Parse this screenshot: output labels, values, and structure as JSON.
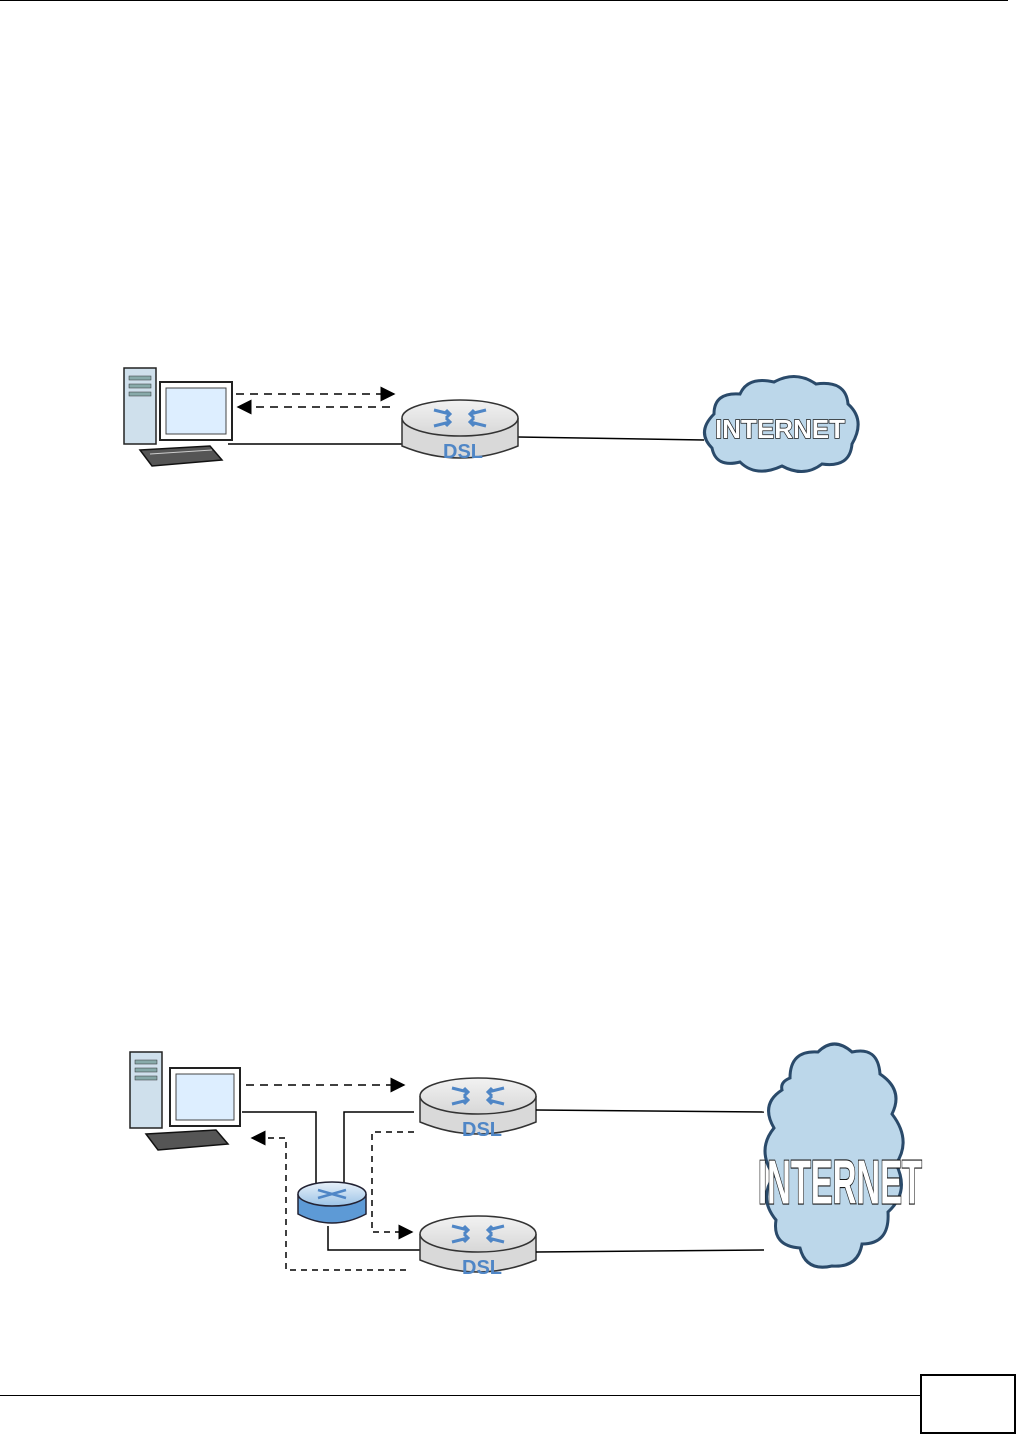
{
  "header": {
    "rule": true
  },
  "figure_1": {
    "router_label": "DSL",
    "cloud_label": "INTERNET"
  },
  "figure_2": {
    "router_1_label": "DSL",
    "router_2_label": "DSL",
    "cloud_label": "INTERNET"
  },
  "footer": {
    "page_number": ""
  }
}
